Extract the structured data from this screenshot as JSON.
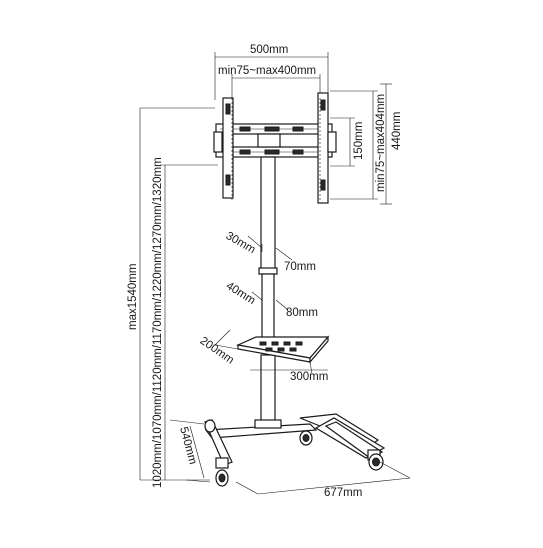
{
  "labels": {
    "width_500": "500mm",
    "vesa_h": "min75~max400mm",
    "vesa_v": "min75~max404mm",
    "height_150": "150mm",
    "height_440": "440mm",
    "height_options": "1020mm/1070mm/1120mm/1170mm/1220mm/1270mm/1320mm",
    "max_height": "max1540mm",
    "pole_30": "30mm",
    "pole_70": "70mm",
    "pole_40": "40mm",
    "pole_80": "80mm",
    "shelf_200": "200mm",
    "shelf_300": "300mm",
    "base_540": "540mm",
    "base_677": "677mm"
  }
}
